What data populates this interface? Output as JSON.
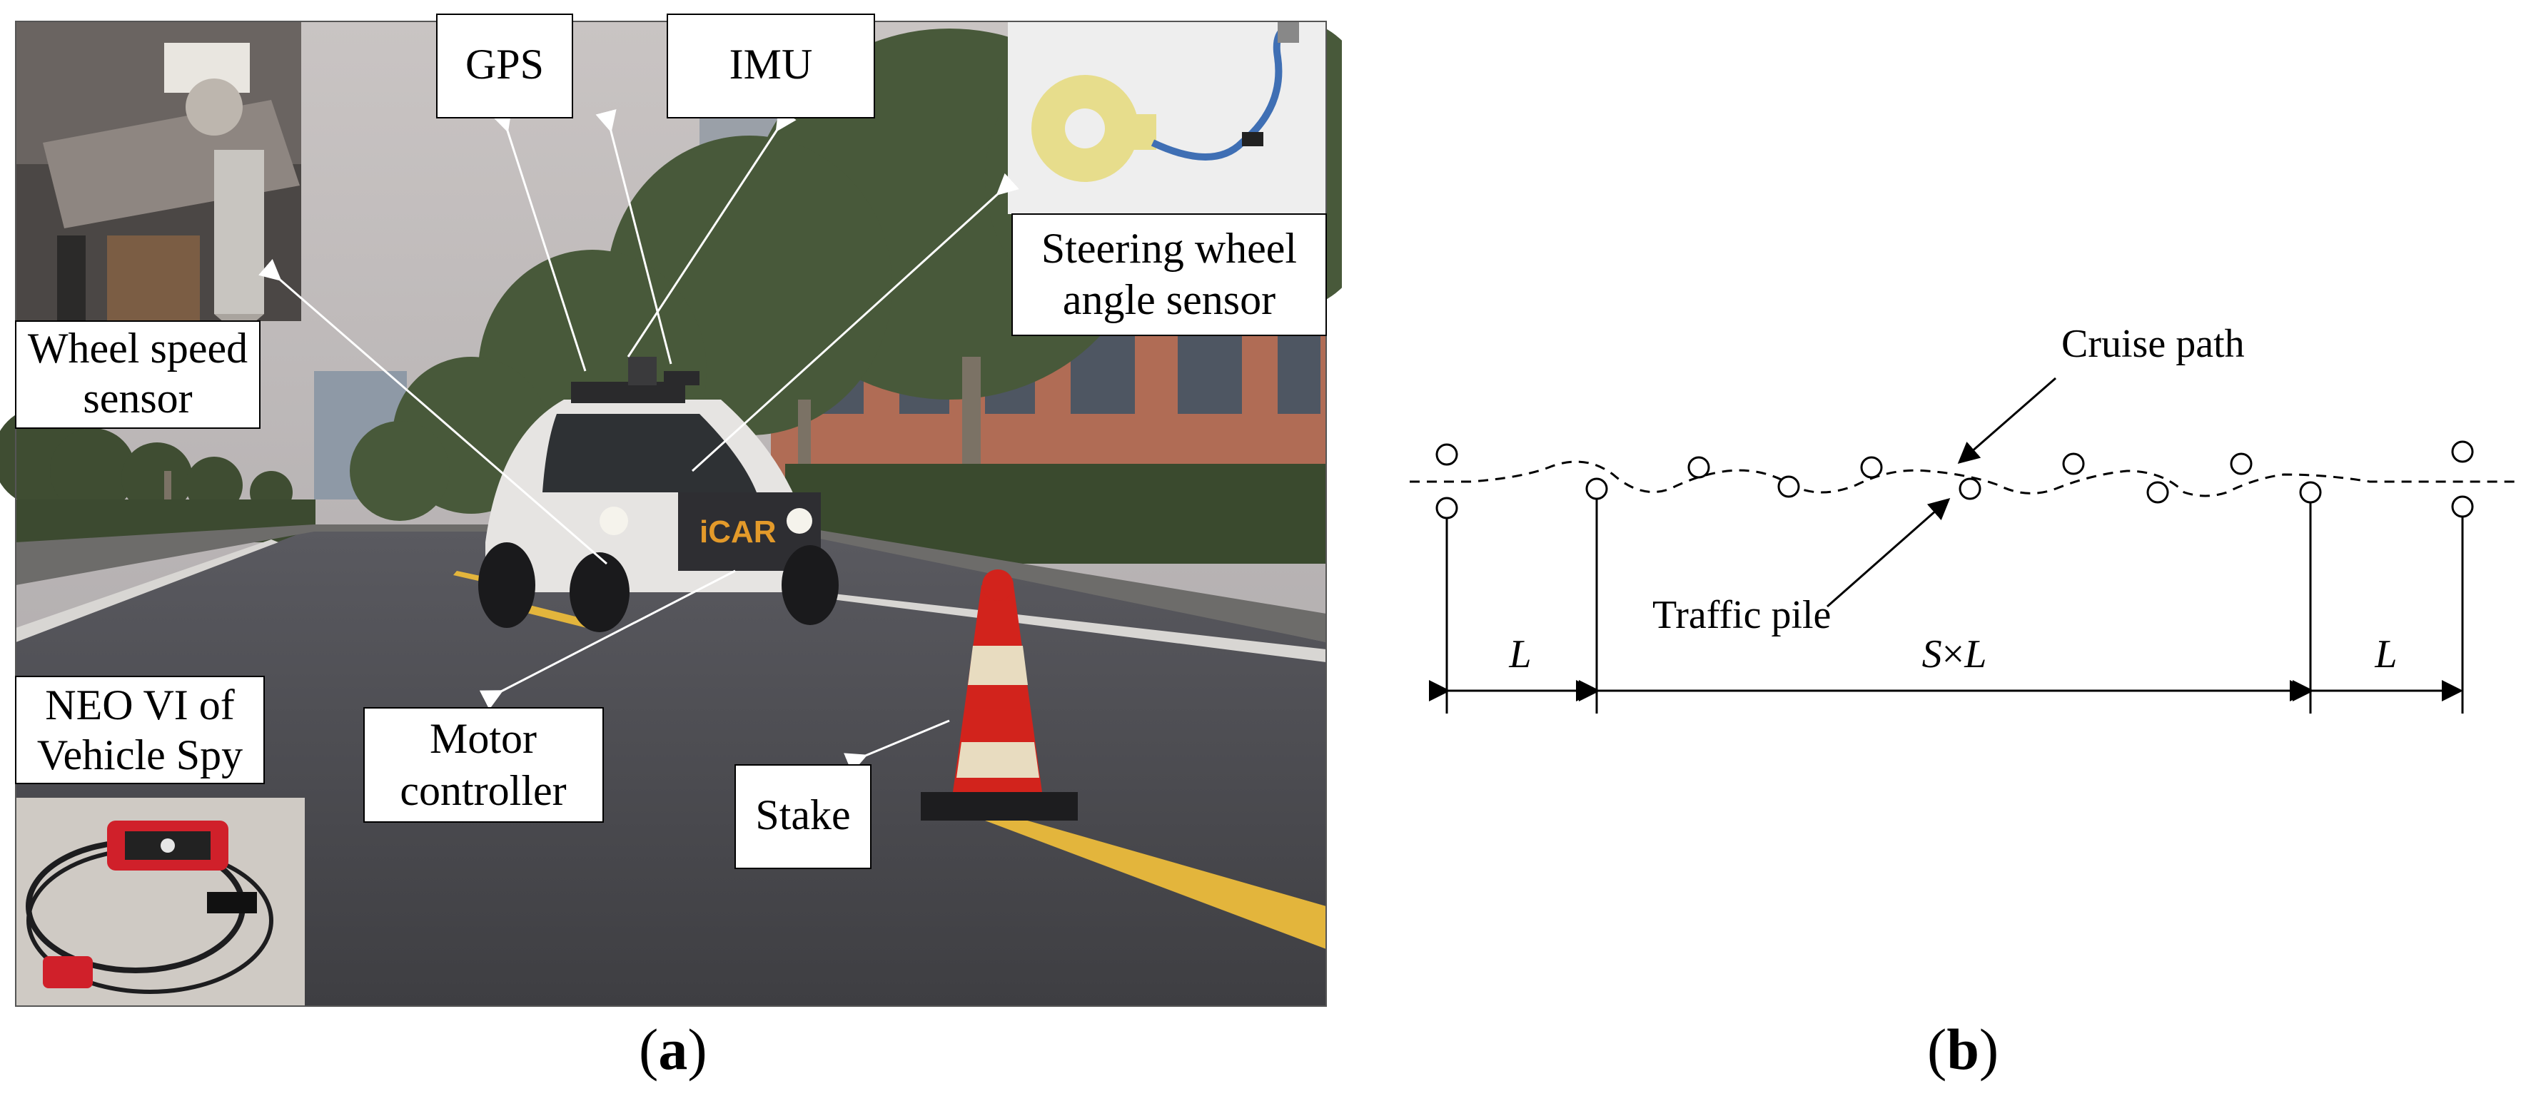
{
  "panel_a": {
    "caption_open": "(",
    "caption_letter": "a",
    "caption_close": ")",
    "car_logo": "iCAR",
    "labels": {
      "gps": "GPS",
      "imu": "IMU",
      "steering_line1": "Steering wheel",
      "steering_line2": "angle sensor",
      "wheel_speed_line1": "Wheel speed",
      "wheel_speed_line2": "sensor",
      "neo_line1": "NEO VI of",
      "neo_line2": "Vehicle Spy",
      "motor_line1": "Motor",
      "motor_line2": "controller",
      "stake": "Stake"
    }
  },
  "panel_b": {
    "caption_open": "(",
    "caption_letter": "b",
    "caption_close": ")",
    "cruise_path": "Cruise path",
    "traffic_pile": "Traffic pile",
    "dim_left": "L",
    "dim_middle_s": "S",
    "dim_middle_times": "×",
    "dim_middle_l": "L",
    "dim_right": "L"
  },
  "colors": {
    "sky": "#b7b0ad",
    "road": "#4a4a4f",
    "cone_red": "#d2231c",
    "lane_yellow": "#e3b53c",
    "device_red": "#d0202a",
    "cable_blue": "#3f6fb4"
  }
}
